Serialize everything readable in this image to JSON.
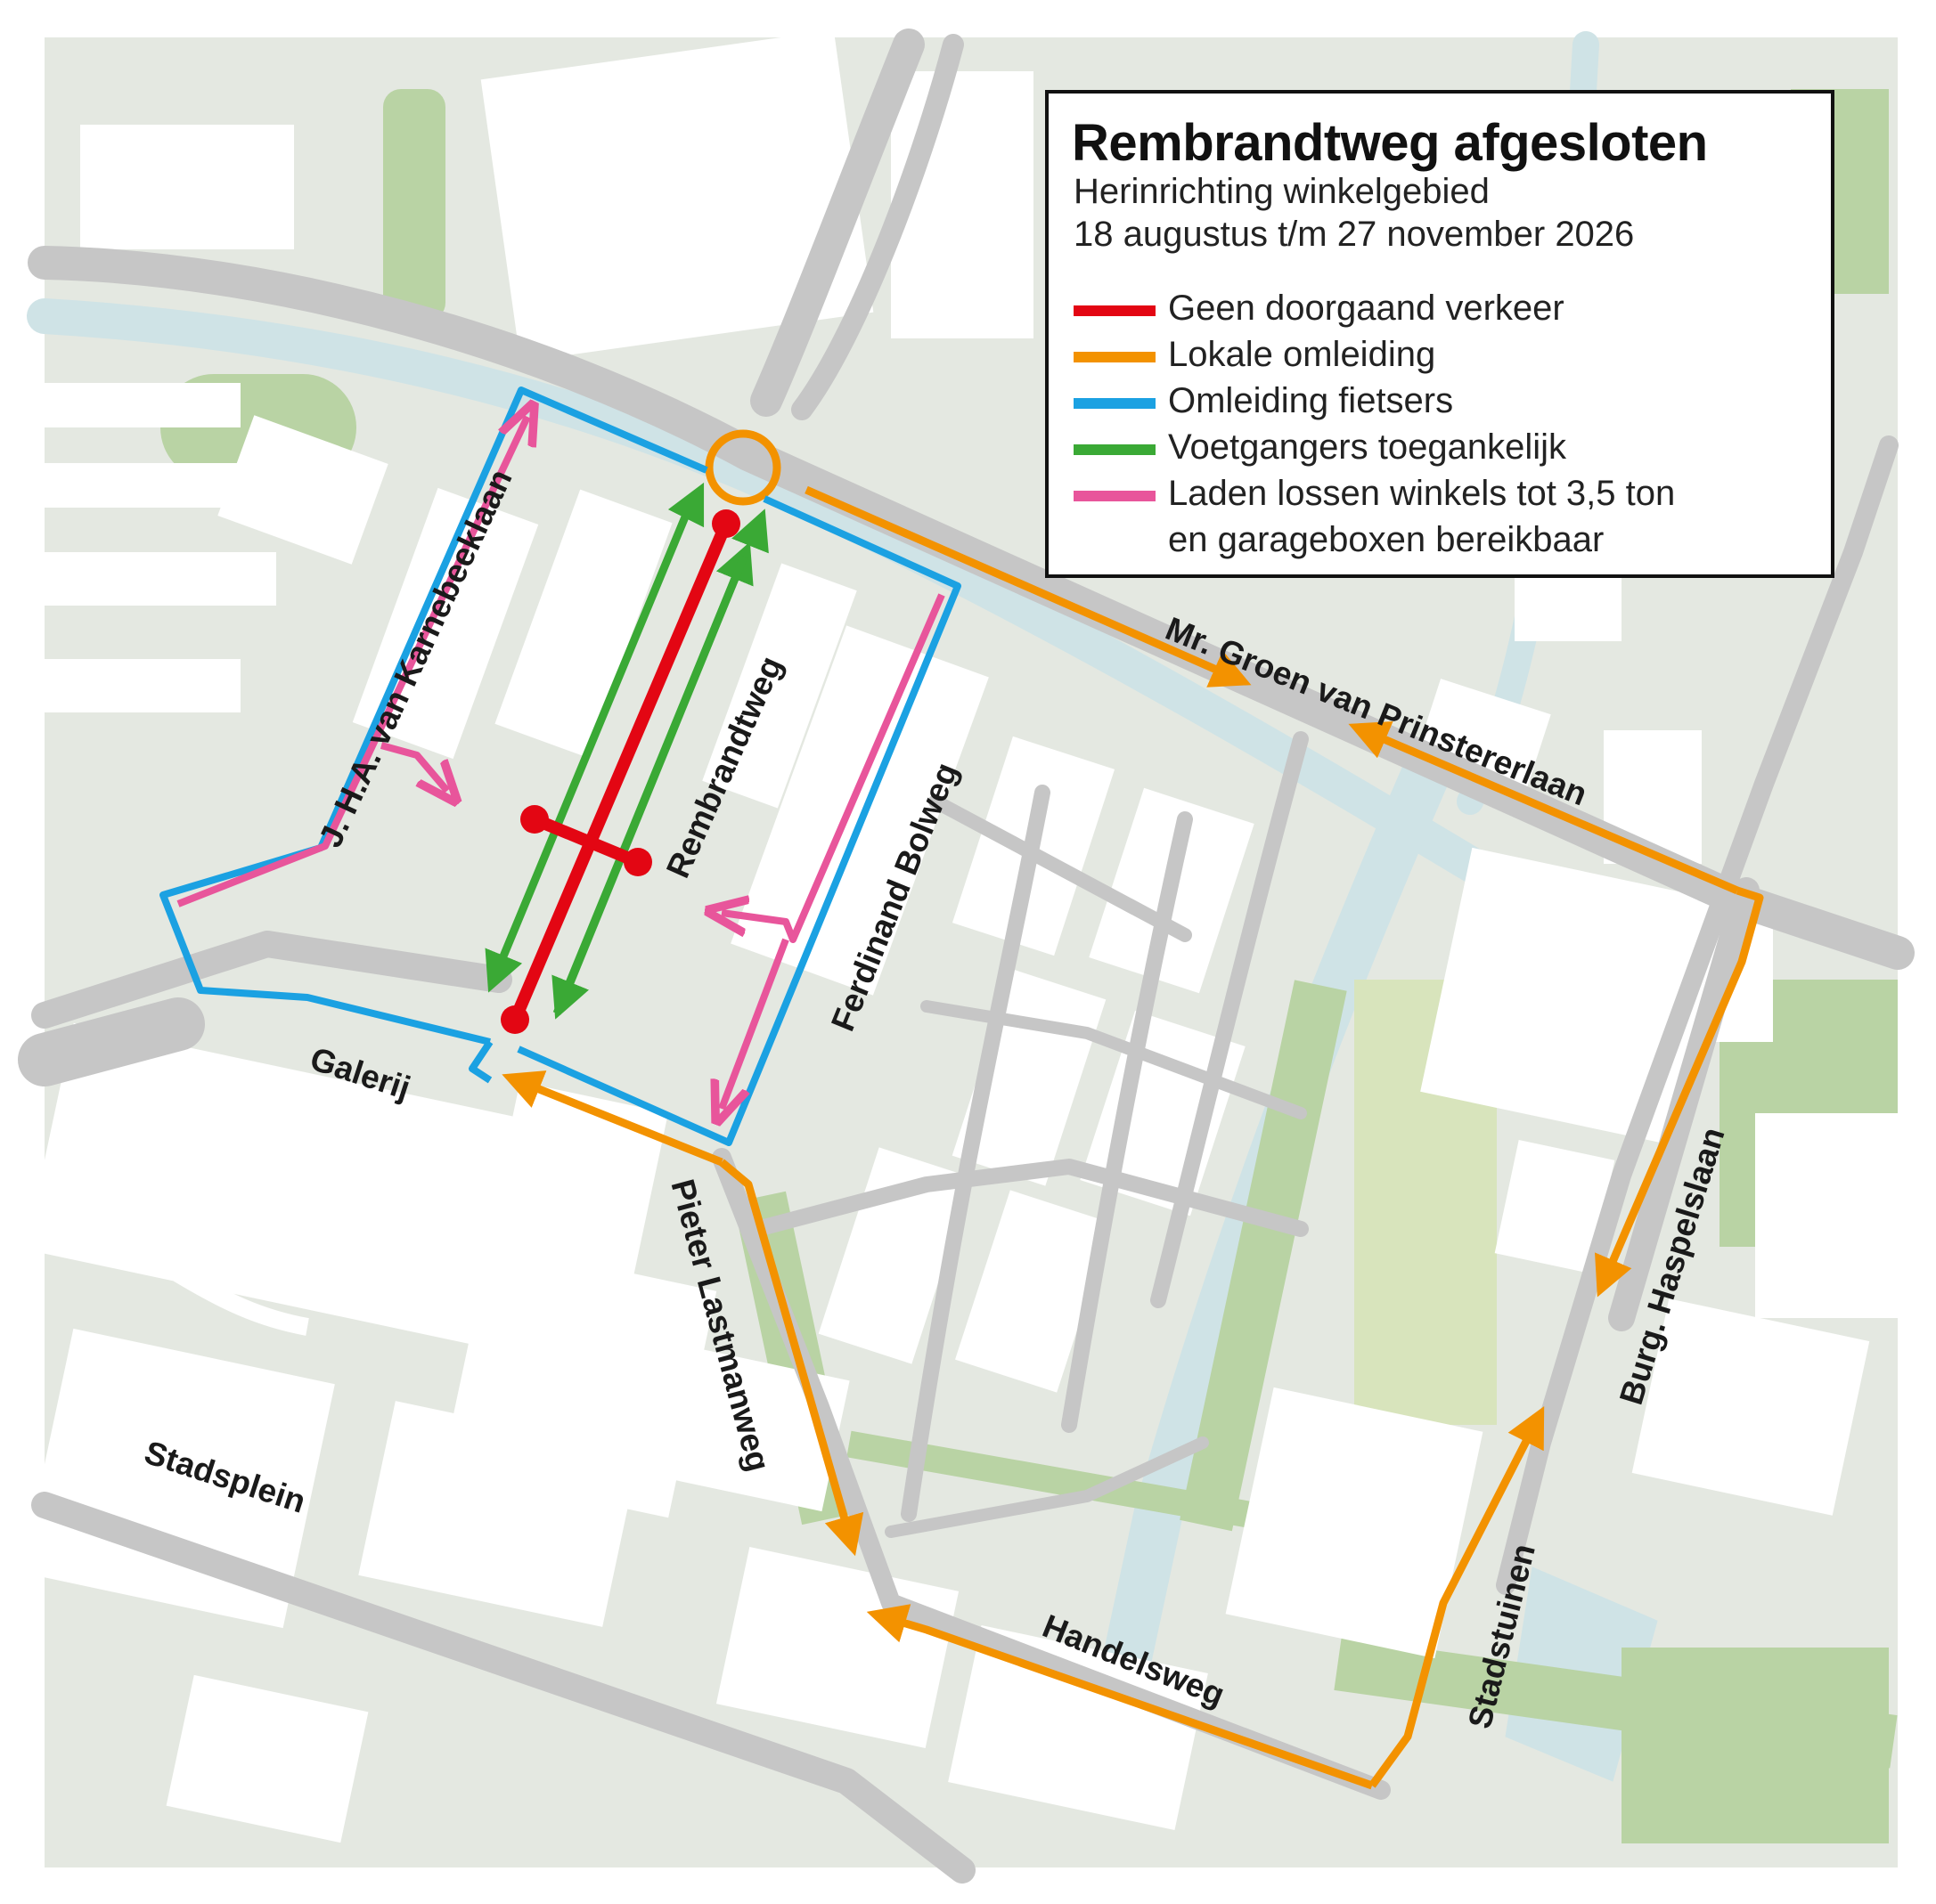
{
  "legend": {
    "title": "Rembrandtweg afgesloten",
    "subtitle_1": "Herinrichting winkelgebied",
    "subtitle_2": "18 augustus t/m 27 november 2026",
    "items": [
      {
        "label": "Geen doorgaand verkeer",
        "color": "#e30613"
      },
      {
        "label": "Lokale omleiding",
        "color": "#f39200"
      },
      {
        "label": "Omleiding fietsers",
        "color": "#1ba1e2"
      },
      {
        "label": "Voetgangers toegankelijk",
        "color": "#3aa935"
      },
      {
        "label": "Laden lossen winkels tot 3,5 ton",
        "label_2": "en garageboxen bereikbaar",
        "color": "#e8559b"
      }
    ]
  },
  "streets": {
    "karnebeeklaan": "J. H.A. van Karnebeeklaan",
    "rembrandtweg": "Rembrandtweg",
    "groen_van_prinsterer": "Mr. Groen van Prinstererlaan",
    "ferdinand_bolweg": "Ferdinand Bolweg",
    "galerij": "Galerij",
    "pieter_lastmanweg": "Pieter Lastmanweg",
    "burg_haspelslaan": "Burg. Haspelslaan",
    "stadsplein": "Stadsplein",
    "handelsweg": "Handelsweg",
    "stadstuinen": "Stadstuinen"
  },
  "colors": {
    "background": "#e4e8e1",
    "buildings": "#ffffff",
    "roads": "#c6c6c6",
    "greenery": "#b9d3a4",
    "water": "#cfe3e6",
    "closed": "#e30613",
    "detour": "#f39200",
    "cyclists": "#1ba1e2",
    "pedestrians": "#3aa935",
    "loading": "#e8559b"
  },
  "icons": [
    "roundabout-icon",
    "closure-barrier-icon",
    "route-arrow-icon"
  ]
}
